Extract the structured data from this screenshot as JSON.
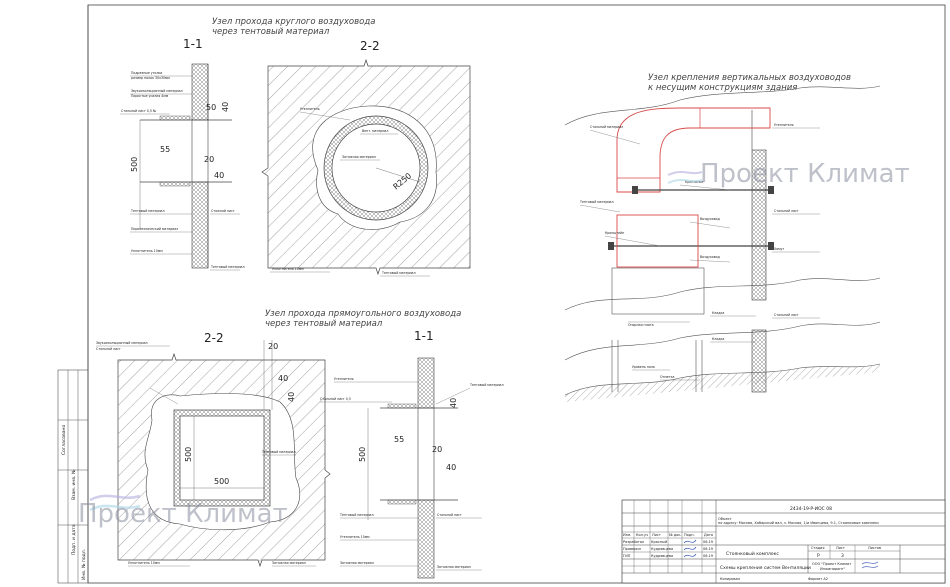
{
  "drawing": {
    "round_section": {
      "title_line1": "Узел прохода круглого воздуховода",
      "title_line2": "через тентовый материал",
      "cut_a": "1-1",
      "cut_b": "2-2",
      "dims": {
        "d500": "500",
        "d50": "50",
        "d40": "40",
        "d55": "55",
        "d20": "20",
        "d40b": "40",
        "r250": "R250"
      },
      "labels": {
        "l1": "Подрезные уголки",
        "l2": "размер полок 30х30мм",
        "l3": "Звукоизоляционный материал",
        "l4": "Пористые усилия 4мм",
        "l5": "Стальной лист 0,5 №",
        "l6": "Тентовый материал",
        "l7": "Пиротехнический материал",
        "l8": "Стяжной лист",
        "l9": "Тентовый материал",
        "l10": "Уплотнитель 10мм",
        "l11": "Утеплитель",
        "l12": "Вент. материал",
        "l13": "Затяжная материал"
      }
    },
    "rect_section": {
      "title_line1": "Узел прохода прямоугольного воздуховода",
      "title_line2": "через тентовый материал",
      "cut_a": "2-2",
      "cut_b": "1-1",
      "dims": {
        "w500": "500",
        "h500": "500",
        "d20": "20",
        "d40": "40",
        "d40b": "40",
        "d40c": "40",
        "d55": "55",
        "d20b": "20",
        "v500": "500",
        "d40d": "40"
      },
      "labels": {
        "l1": "Звукоизоляционный материал",
        "l2": "Стальной лист",
        "l3": "Тентовый материал",
        "l4": "Уплотнитель 10мм",
        "l5": "Затяжная материал",
        "l6": "Утеплитель",
        "l7": "Стальной лист 0,5",
        "l8": "Тентовый материал",
        "l9": "Утеплитель 10мм",
        "l10": "Затяжная материал"
      }
    },
    "vertical_section": {
      "title_line1": "Узел крепления вертикальных воздуховодов",
      "title_line2": "к несущим конструкциям здания",
      "labels": {
        "l1": "Стальной материал",
        "l2": "Тентовый материал",
        "l3": "Кронштейн",
        "l4": "Крепление",
        "l5": "Утеплитель",
        "l6": "Стальной лист",
        "l7": "Хомут",
        "l8": "Воздуховод",
        "l9": "Опорная плита",
        "l10": "Кладка",
        "l11": "Уровень пола",
        "l12": "Отметка"
      }
    }
  },
  "watermark": {
    "text_right": "Проект Климат",
    "text_left": "Проект Климат"
  },
  "side_stamp": {
    "s1": "Согласовано",
    "s2": "Взам. инв. №",
    "s3": "Подп. и дата",
    "s4": "Инв. № подл."
  },
  "title_block": {
    "code": "2434-19-Р-ИОС 08",
    "object_line1": "Объект",
    "object_line2": "по адресу: Москва, Хабарский вал, з. Москва, 1/и Иванцева, 9.1, Стоянковые комплекс",
    "header_cols": [
      "Изм.",
      "Кол.уч",
      "Лист",
      "№ док.",
      "Подп.",
      "Дата"
    ],
    "rows": [
      {
        "role": "Разработал",
        "name": "Красный"
      },
      {
        "role": "Проверил",
        "name": "Кудрявцева"
      },
      {
        "role": "ГИП",
        "name": "Кудрявцева"
      }
    ],
    "date_val": "06.19",
    "stage_label": "Стадия",
    "sheet_label": "Лист",
    "sheets_label": "Листов",
    "stage_val": "Р",
    "sheet_val": "3",
    "sheets_val": "",
    "complex_name": "Стоянковый комплекс",
    "drawing_name": "Схемы крепления систем Вентиляции",
    "company_line1": "ООО \"Проект Климат",
    "company_line2": "Инжиниринг\"",
    "copied": "Копировал",
    "format": "Формат А2"
  }
}
